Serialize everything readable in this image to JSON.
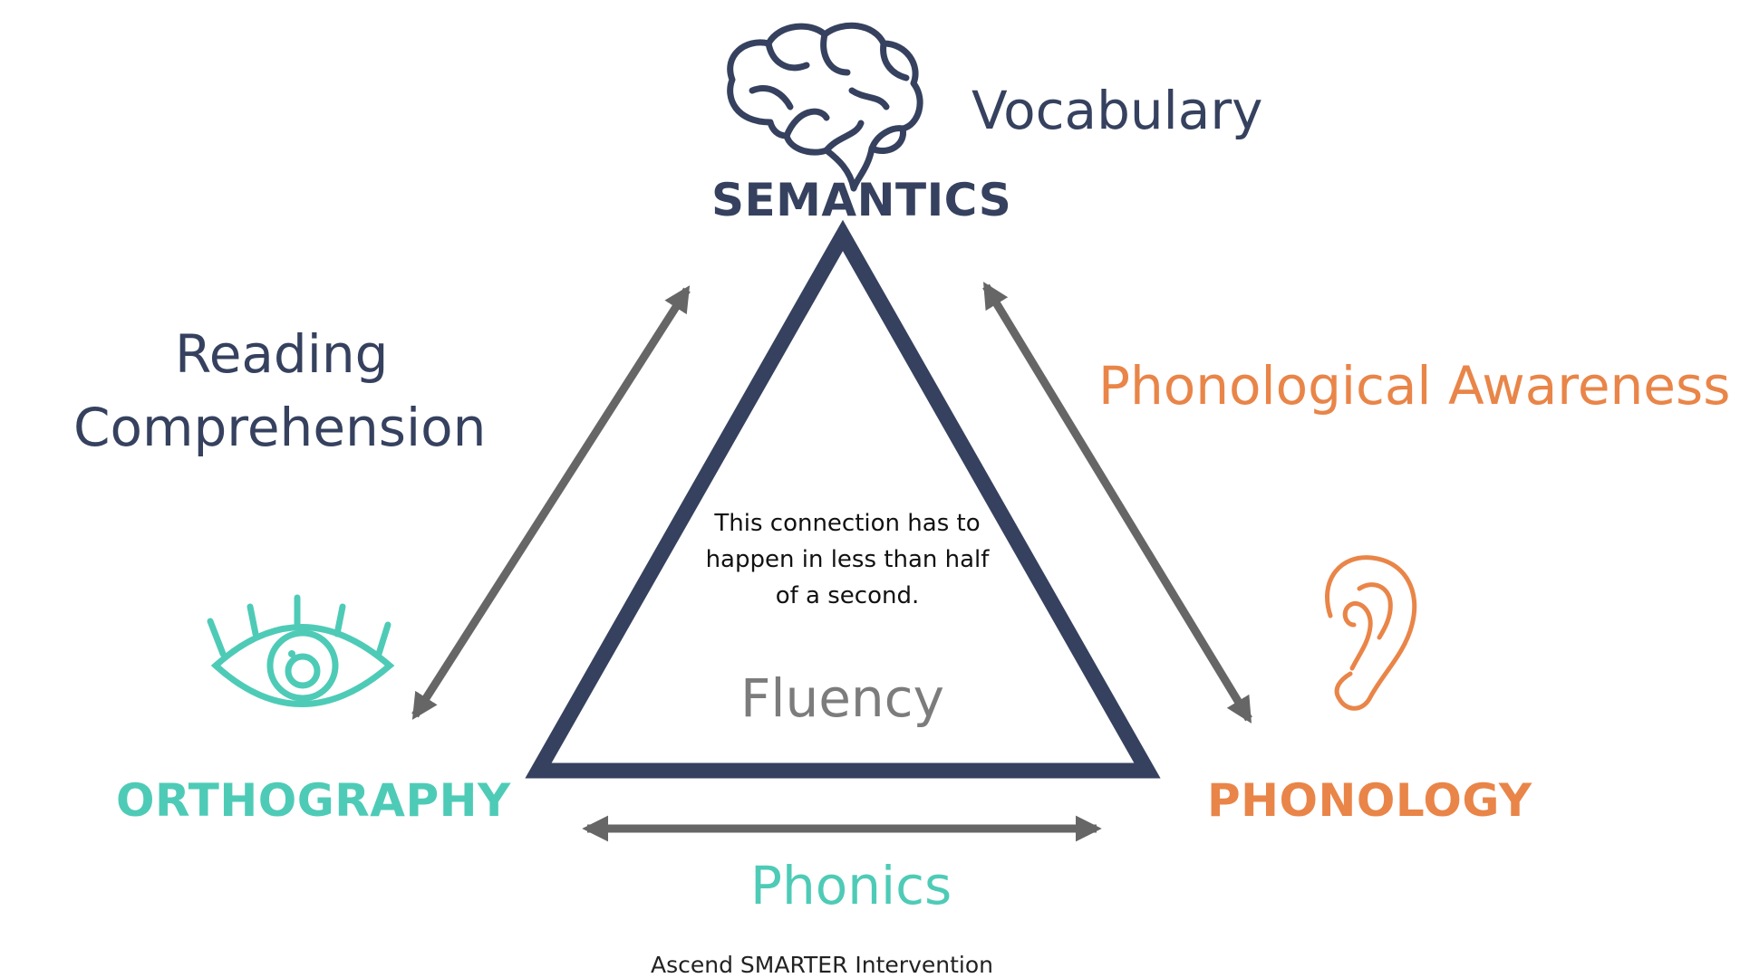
{
  "nodes": {
    "semantics": {
      "title": "SEMANTICS",
      "icon": "brain-icon",
      "color": "#35415e"
    },
    "orthography": {
      "title": "ORTHOGRAPHY",
      "icon": "eye-icon",
      "color": "#4ecbb7"
    },
    "phonology": {
      "title": "PHONOLOGY",
      "icon": "ear-icon",
      "color": "#e98548"
    }
  },
  "links": {
    "vocabulary": "Vocabulary",
    "reading_comprehension_line1": "Reading",
    "reading_comprehension_line2": "Comprehension",
    "phonological_awareness": "Phonological Awareness",
    "phonics": "Phonics"
  },
  "center": {
    "note": "This connection has to happen in less than half of a second.",
    "fluency": "Fluency"
  },
  "footer": "Ascend SMARTER Intervention",
  "colors": {
    "navy": "#35415e",
    "teal": "#4ecbb7",
    "orange": "#e98548",
    "arrow_grey": "#666666",
    "fluency_grey": "#7c7c7c"
  }
}
